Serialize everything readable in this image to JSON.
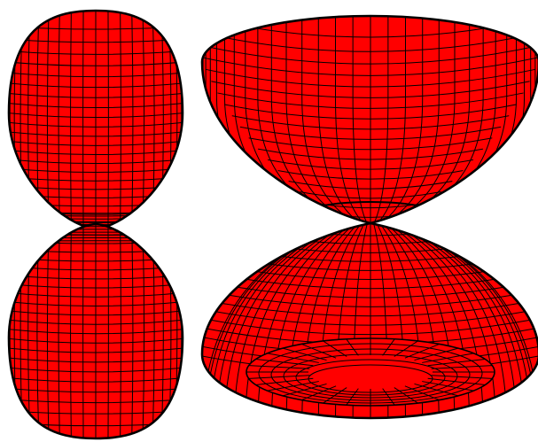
{
  "figure": {
    "background": "#ffffff",
    "surface_color": "#ff0000",
    "mesh_color": "#000000",
    "shapes": [
      {
        "id": "left-upper-lobe",
        "kind": "lobe"
      },
      {
        "id": "left-lower-lobe",
        "kind": "lobe"
      },
      {
        "id": "right-upper-bowl",
        "kind": "bowl"
      },
      {
        "id": "right-lower-torus",
        "kind": "torus-lobe"
      }
    ]
  }
}
